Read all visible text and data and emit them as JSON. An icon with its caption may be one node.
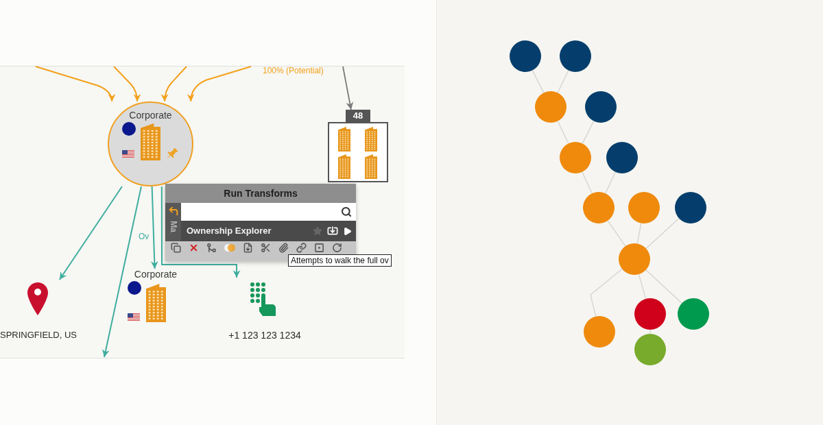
{
  "diagram": {
    "nodes": [
      {
        "text": [
          "Corporate"
        ]
      },
      {
        "text": [
          "48"
        ]
      },
      {
        "text": [
          "Run Transforms",
          "Ma",
          "Ownership Explorer"
        ]
      },
      {
        "text": [
          "Attempts to walk the full ov"
        ]
      },
      {
        "text": [
          "SPRINGFIELD, US"
        ]
      },
      {
        "text": [
          "Corporate"
        ]
      },
      {
        "text": [
          "+1 123 123 1234"
        ]
      },
      {
        "text": [],
        "shape": "circle"
      },
      {
        "text": [],
        "shape": "circle"
      },
      {
        "text": [],
        "shape": "circle"
      },
      {
        "text": [],
        "shape": "circle"
      },
      {
        "text": [],
        "shape": "circle"
      },
      {
        "text": [],
        "shape": "circle"
      },
      {
        "text": [],
        "shape": "circle"
      },
      {
        "text": [],
        "shape": "circle"
      },
      {
        "text": [],
        "shape": "circle"
      },
      {
        "text": [],
        "shape": "circle"
      },
      {
        "text": [],
        "shape": "circle"
      },
      {
        "text": [],
        "shape": "circle"
      },
      {
        "text": [],
        "shape": "circle"
      },
      {
        "text": [],
        "shape": "circle"
      }
    ],
    "edges": [
      {
        "from": null,
        "to": 0,
        "arrow": "to",
        "color": "#f2a21c"
      },
      {
        "from": null,
        "to": 0,
        "arrow": "to",
        "color": "#f2a21c"
      },
      {
        "from": null,
        "to": 0,
        "arrow": "to",
        "color": "#f2a21c"
      },
      {
        "from": null,
        "to": 0,
        "arrow": "to",
        "color": "#f2a21c"
      },
      {
        "from": null,
        "to": 1,
        "arrow": "to",
        "color": "#7a7a7a"
      },
      {
        "from": 0,
        "to": 4,
        "arrow": "to",
        "color": "#3fae9e"
      },
      {
        "from": 0,
        "to": null,
        "arrow": "to",
        "color": "#3fae9e"
      },
      {
        "from": 0,
        "to": 5,
        "arrow": "to",
        "label": "Ov",
        "color": "#3fae9e"
      },
      {
        "from": 0,
        "to": 6,
        "arrow": "to",
        "color": "#3fae9e"
      },
      {
        "from": 7,
        "to": 9,
        "arrow": "none"
      },
      {
        "from": 8,
        "to": 9,
        "arrow": "none"
      },
      {
        "from": 9,
        "to": 11,
        "arrow": "none"
      },
      {
        "from": 10,
        "to": 11,
        "arrow": "none"
      },
      {
        "from": 11,
        "to": 13,
        "arrow": "none"
      },
      {
        "from": 12,
        "to": 13,
        "arrow": "none"
      },
      {
        "from": 13,
        "to": 16,
        "arrow": "none"
      },
      {
        "from": 14,
        "to": 16,
        "arrow": "none"
      },
      {
        "from": 15,
        "to": 16,
        "arrow": "none"
      },
      {
        "from": 16,
        "to": 17,
        "arrow": "none"
      },
      {
        "from": 16,
        "to": 18,
        "arrow": "none"
      },
      {
        "from": 16,
        "to": 19,
        "arrow": "none"
      },
      {
        "from": 18,
        "to": 20,
        "arrow": "none"
      }
    ],
    "labels": [
      "100% (Potential)"
    ]
  }
}
